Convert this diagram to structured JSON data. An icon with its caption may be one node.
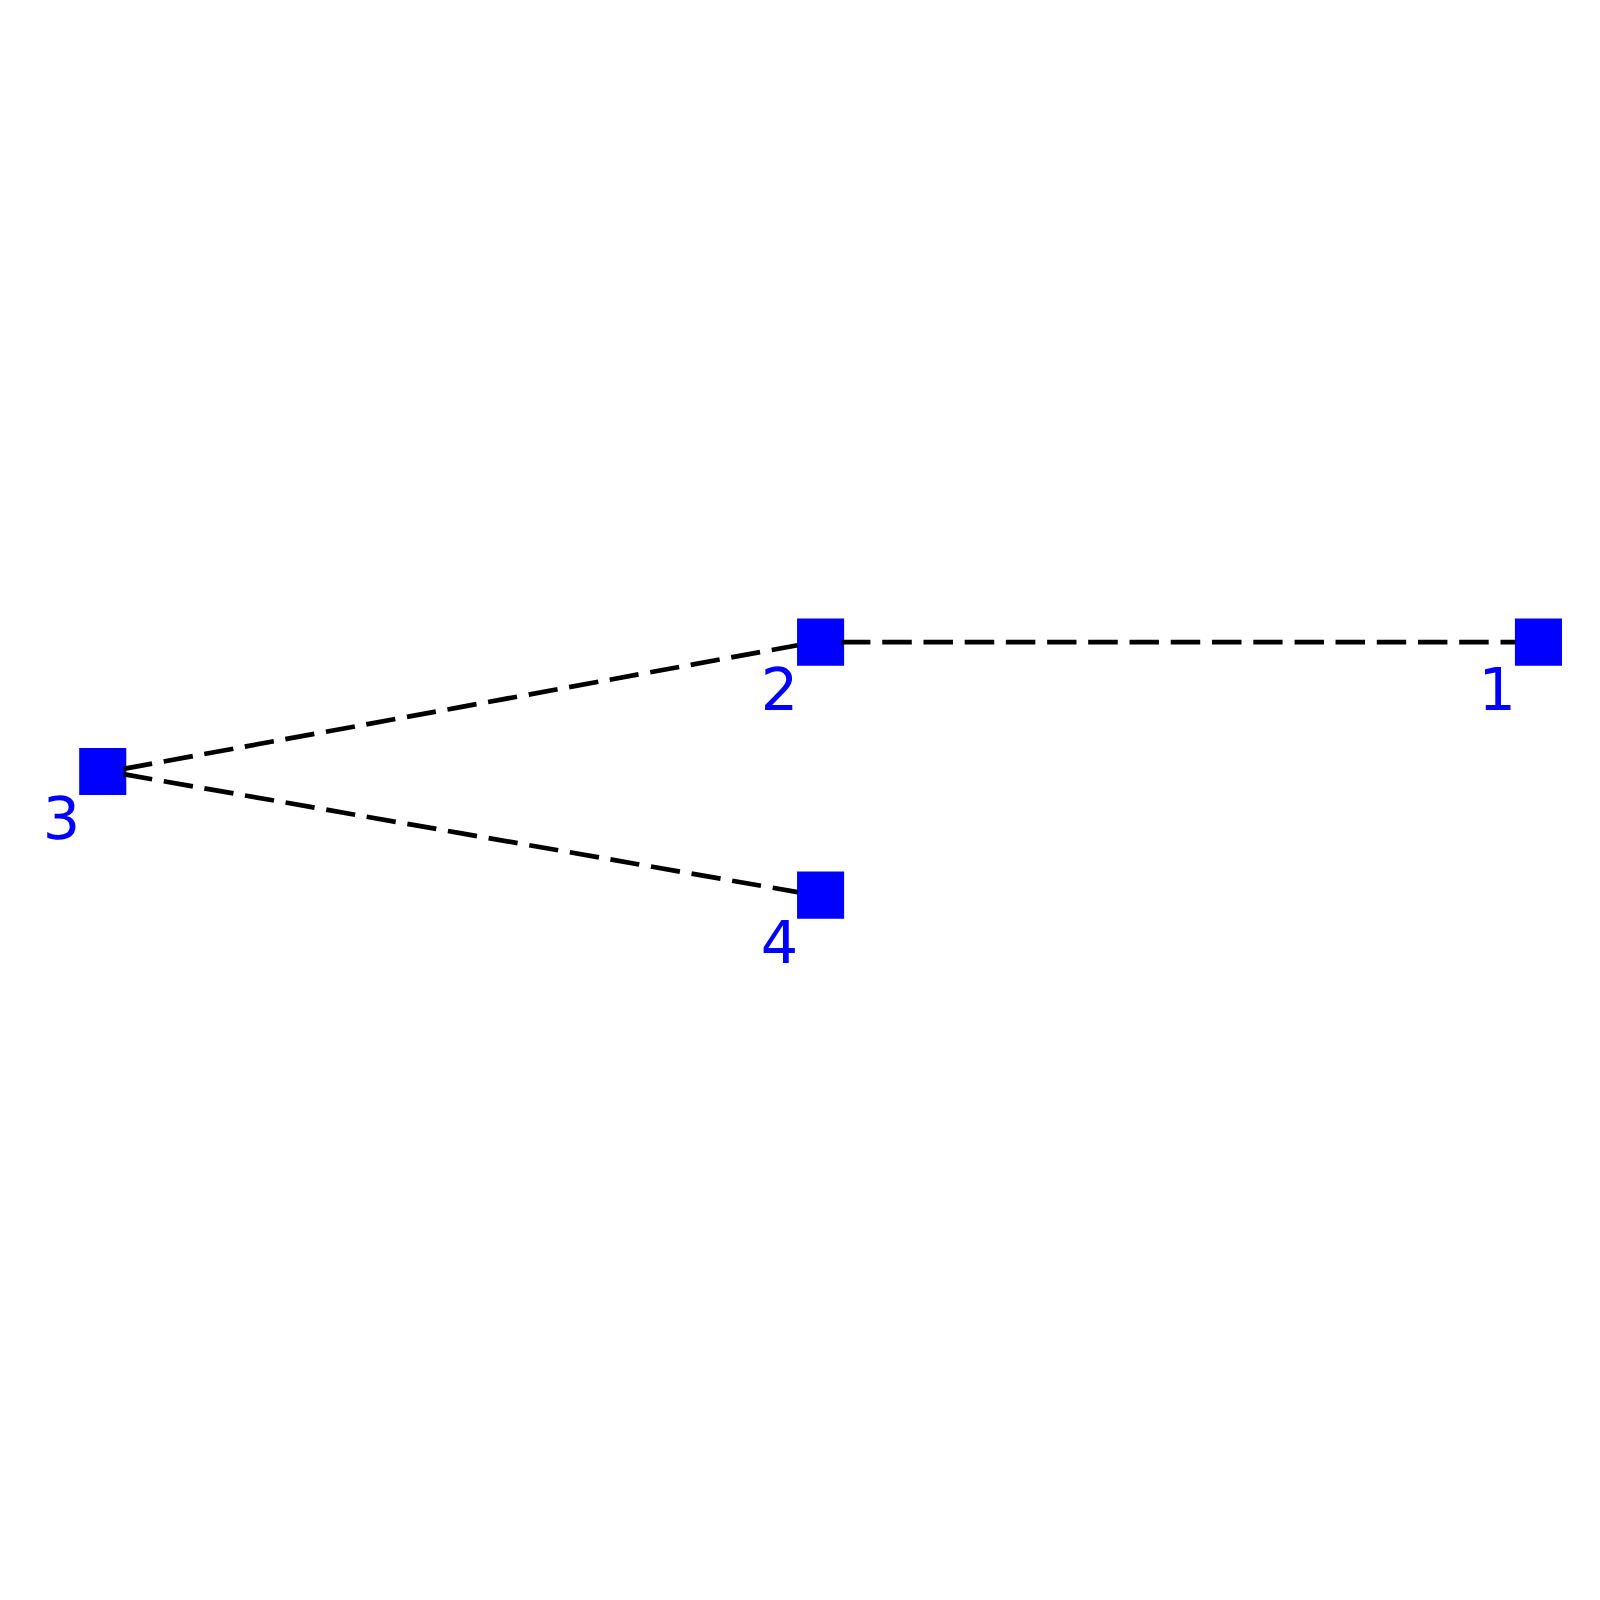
{
  "diagram": {
    "nodes": [
      {
        "text": [],
        "shape": "box",
        "beside": [
          "1"
        ]
      },
      {
        "text": [],
        "shape": "box",
        "beside": [
          "2"
        ]
      },
      {
        "text": [],
        "shape": "box",
        "beside": [
          "3"
        ]
      },
      {
        "text": [],
        "shape": "box",
        "beside": [
          "4"
        ]
      }
    ],
    "edges": [
      {
        "from": 2,
        "to": 1,
        "arrow": "none",
        "style": "dashed"
      },
      {
        "from": 1,
        "to": 0,
        "arrow": "none",
        "style": "dashed"
      },
      {
        "from": 2,
        "to": 3,
        "arrow": "none",
        "style": "dashed"
      }
    ]
  }
}
